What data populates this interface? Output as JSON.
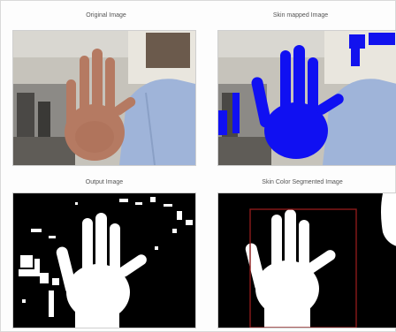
{
  "panels": {
    "original": {
      "title": "Original Image"
    },
    "skin_mapped": {
      "title": "Skin mapped Image"
    },
    "output": {
      "title": "Output Image"
    },
    "segmented": {
      "title": "Skin Color Segmented Image"
    }
  },
  "colors": {
    "skin": "#b67a62",
    "skin_mapped": "#1010f2",
    "shirt": "#9eb3d8",
    "background_room": "#b9b6ae",
    "mask_black": "#000000",
    "mask_white": "#ffffff",
    "bbox": "#8b1a1a"
  }
}
